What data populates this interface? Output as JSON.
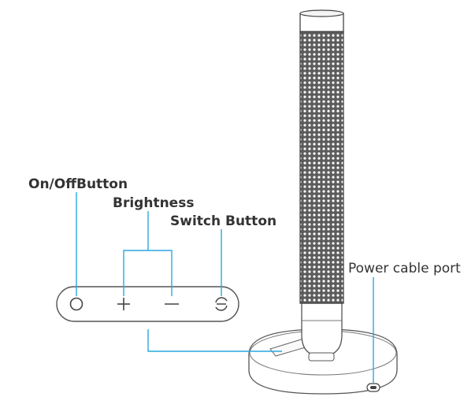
{
  "labels": {
    "on_off": "On/OffButton",
    "brightness": "Brightness",
    "switch": "Switch Button",
    "power_port": "Power cable port"
  },
  "icons": {
    "power": "power-circle-icon",
    "plus": "plus-icon",
    "minus": "minus-icon",
    "switch": "switch-cycle-icon"
  },
  "colors": {
    "leader_line": "#2aa7e0",
    "outline": "#555555",
    "speaker_mesh": "#6a6a6a",
    "text": "#333333"
  }
}
